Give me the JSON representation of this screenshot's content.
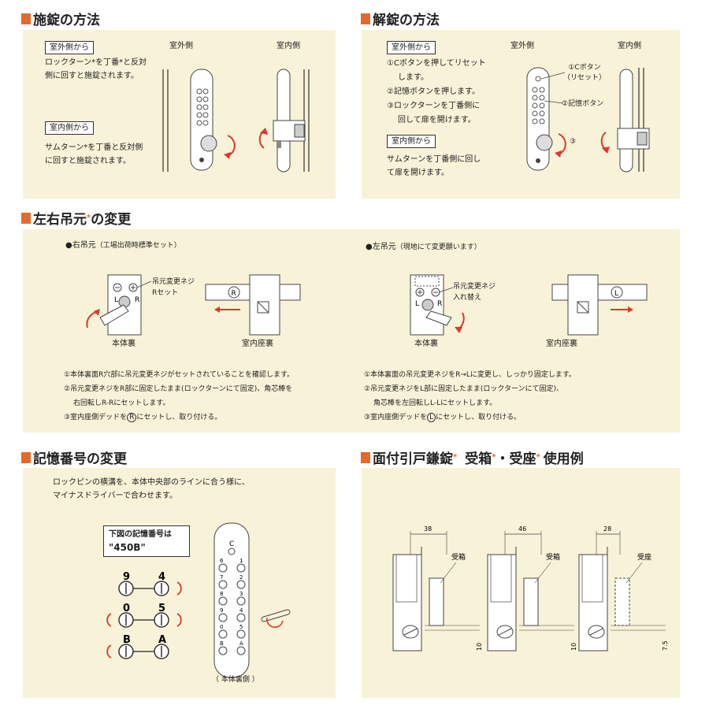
{
  "lock": {
    "title": "施錠の方法",
    "outside_tag": "室外側から",
    "outside_text": [
      "ロックターン*を丁番*と反対",
      "側に回すと施錠されます。"
    ],
    "inside_tag": "室内側から",
    "inside_text": [
      "サムターン*を丁番と反対側",
      "に回すと施錠されます。"
    ],
    "col_outdoor": "室外側",
    "col_indoor": "室内側"
  },
  "unlock": {
    "title": "解錠の方法",
    "outside_tag": "室外側から",
    "steps": [
      "①Cボタンを押してリセット",
      "します。",
      "②記憶ボタンを押します。",
      "③ロックターンを丁番側に",
      "回して扉を開けます。"
    ],
    "inside_tag": "室内側から",
    "inside_text": [
      "サムターンを丁番側に回し",
      "て扉を開けます。"
    ],
    "col_outdoor": "室外側",
    "col_indoor": "室内側",
    "label_c": [
      "①Cボタン",
      "（リセット）"
    ],
    "label_mem": "②記憶ボタン",
    "label_3": "③"
  },
  "hand": {
    "title": "左右吊元",
    "title_tail": "の変更",
    "star": "*",
    "right": {
      "heading": "●右吊元",
      "heading_note": "（工場出荷時標準セット）",
      "callout": [
        "吊元変更ネジ",
        "Rセット"
      ],
      "cap_body": "本体裏",
      "cap_seat": "室内座裏",
      "circle_letter": "R",
      "lr": [
        "L",
        "R"
      ],
      "notes": [
        "①本体裏面R穴部に吊元変更ネジがセットされていることを確認します。",
        "②吊元変更ネジをR部に固定したまま(ロックターンにて固定)、角芯棒を",
        "右回転しR-Rにセットします。",
        "③室内座側デッドを"
      ],
      "note3_tail": "にセットし、取り付ける。"
    },
    "left": {
      "heading": "●左吊元",
      "heading_note": "（現地にて変更願います）",
      "callout": [
        "吊元変更ネジ",
        "入れ替え"
      ],
      "cap_body": "本体裏",
      "cap_seat": "室内座裏",
      "circle_letter": "L",
      "lr": [
        "L",
        "R"
      ],
      "notes": [
        "①本体裏面の吊元変更ネジをR→Lに変更し、しっかり固定します。",
        "②吊元変更ネジをL部に固定したまま(ロックターンにて固定)、",
        "角芯棒を左回転しL-Lにセットします。",
        "③室内座側デッドを"
      ],
      "note3_tail": "にセットし、取り付ける。"
    }
  },
  "memory": {
    "title": "記憶番号の変更",
    "intro": [
      "ロックピンの横溝を、本体中央部のラインに合う様に、",
      "マイナスドライバーで合わせます。"
    ],
    "box_line1": "下図の記憶番号は",
    "box_line2": "\"450B\"",
    "pins_left": [
      "9",
      "0",
      "B"
    ],
    "pins_right": [
      "4",
      "5",
      "A"
    ],
    "keypad_c": "C",
    "keypad_left": [
      "6",
      "7",
      "8",
      "9",
      "0",
      "B"
    ],
    "keypad_right": [
      "1",
      "2",
      "3",
      "4",
      "5",
      "A"
    ],
    "caption": "（ 本体裏側 ）"
  },
  "usage": {
    "title_parts": [
      "面付引戸鎌錠",
      "受箱",
      "・受座",
      "使用例"
    ],
    "star": "*",
    "dims": [
      "38",
      "46",
      "28"
    ],
    "labels": [
      "受箱",
      "受箱",
      "受座"
    ],
    "small_dims": [
      "10",
      "10",
      "7.5"
    ]
  },
  "colors": {
    "accent": "#e46a2c",
    "panel": "#f8f2d8",
    "arrow_red": "#d83a2c"
  }
}
